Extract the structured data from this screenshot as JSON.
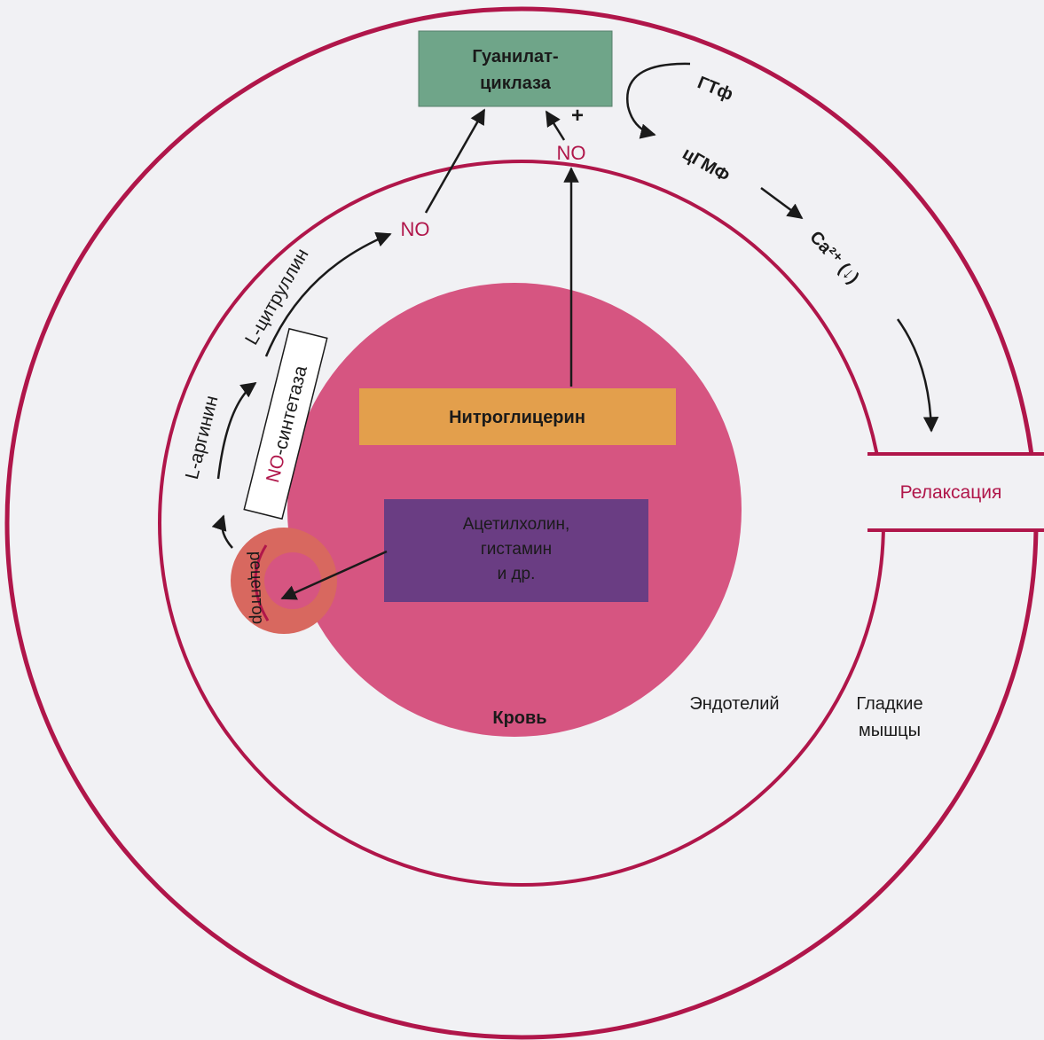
{
  "labels": {
    "guanylate_cyclase": [
      "Гуанилат-",
      "циклаза"
    ],
    "gtp": "ГТф",
    "cgmp": "цГМФ",
    "calcium": "Ca²⁺ (↓)",
    "no_top": "NO",
    "no_left": "NO",
    "plus": "+",
    "l_citrulline": "L-цитруллин",
    "l_arginine": "L-аргинин",
    "no_synthase_prefix": "NO",
    "no_synthase_suffix": "-синтетаза",
    "nitroglycerin": "Нитроглицерин",
    "agonists": [
      "Ацетилхолин,",
      "гистамин",
      "и др."
    ],
    "receptor": "рецептор",
    "relaxation": "Релаксация",
    "blood": "Кровь",
    "endothelium": "Эндотелий",
    "smooth_muscle": [
      "Гладкие",
      "мышцы"
    ]
  },
  "colors": {
    "ring": "#b0164a",
    "blood": "#d65581",
    "cyclase_box": "#6fa589",
    "nitroglycerin_box": "#e39f4c",
    "agonist_box": "#6a3d83",
    "receptor": "#d8685f",
    "accent_text": "#b0164a",
    "arrow": "#1a1a1a"
  }
}
